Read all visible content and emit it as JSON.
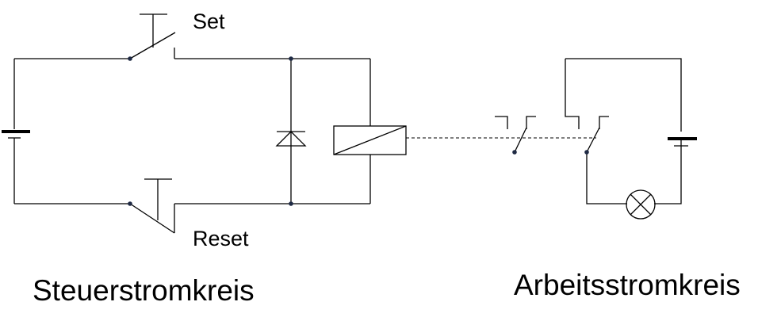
{
  "labels": {
    "set": "Set",
    "reset": "Reset",
    "control_circuit": "Steuerstromkreis",
    "working_circuit": "Arbeitsstromkreis"
  },
  "colors": {
    "line": "#000000",
    "junction": "#1f2a44",
    "background": "#ffffff"
  }
}
